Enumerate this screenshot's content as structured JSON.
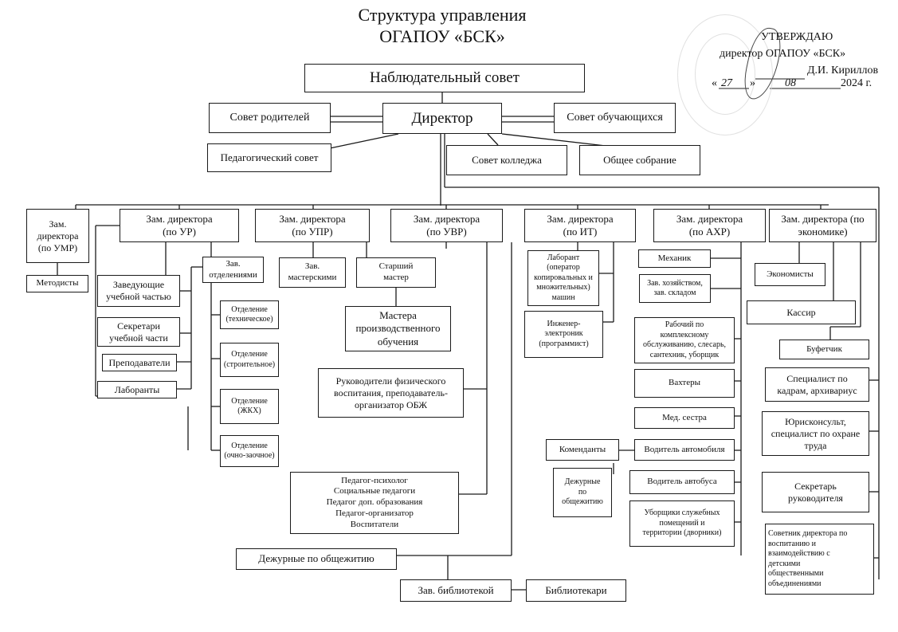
{
  "title": {
    "line1": "Структура управления",
    "line2": "ОГАПОУ  «БСК»"
  },
  "approval": {
    "heading": "УТВЕРЖДАЮ",
    "position": "директор ОГАПОУ  «БСК»",
    "name": "Д.И. Кириллов",
    "date_open": "«",
    "date_day": "27",
    "date_close": "»",
    "date_month": "08",
    "date_year": "2024 г."
  },
  "boxes": {
    "supervisory": "Наблюдательный совет",
    "director": "Директор",
    "parents": "Совет родителей",
    "students": "Совет обучающихся",
    "pedagogical": "Педагогический совет",
    "college": "Совет колледжа",
    "general": "Общее собрание",
    "dep_umr": "Зам.\nдиректора\n(по УМР)",
    "methodists": "Методисты",
    "dep_ur": "Зам. директора\n(по УР)",
    "head_edu": "Заведующие\nучебной частью",
    "secretaries": "Секретари\nучебной части",
    "teachers": "Преподаватели",
    "lab_assistants": "Лаборанты",
    "head_dept": "Зав.\nотделениями",
    "dept_tech": "Отделение\n(техническое)",
    "dept_build": "Отделение\n(строительное)",
    "dept_housing": "Отделение\n(ЖКХ)",
    "dept_extramural": "Отделение\n(очно-заочное)",
    "dep_upr": "Зам. директора\n(по УПР)",
    "head_workshops": "Зав.\nмастерскими",
    "senior_master": "Старший\nмастер",
    "masters": "Мастера\nпроизводственного\nобучения",
    "pe_heads": "Руководители физического\nвоспитания, преподаватель-\nорганизатор ОБЖ",
    "dep_uvr": "Зам. директора\n(по УВР)",
    "educators": "Педагог-психолог\nСоциальные педагоги\nПедагог доп. образования\nПедагог-организатор\nВоспитатели",
    "dorm_duty": "Дежурные по общежитию",
    "head_library": "Зав. библиотекой",
    "librarians": "Библиотекари",
    "dep_it": "Зам. директора\n(по ИТ)",
    "lab_operator": "Лаборант\n(оператор\nкопировальных и\nмножительных)\nмашин",
    "engineer": "Инженер-\nэлектроник\n(программист)",
    "dep_ahr": "Зам. директора\n(по АХР)",
    "mechanic": "Механик",
    "storekeeper": "Зав. хозяйством,\nзав. складом",
    "maintenance": "Рабочий по\nкомплексному\nобслуживанию, слесарь,\nсантехник, уборщик",
    "watchmen": "Вахтеры",
    "nurse": "Мед. сестра",
    "car_driver": "Водитель автомобиля",
    "commandants": "Коменданты",
    "dorm_attendants": "Дежурные\nпо\nобщежитию",
    "bus_driver": "Водитель автобуса",
    "cleaners": "Уборщики  служебных\nпомещений и\nтерритории (дворники)",
    "dep_econ": "Зам. директора (по\nэкономике)",
    "economists": "Экономисты",
    "cashier": "Кассир",
    "buffet": "Буфетчик",
    "hr": "Специалист по\nкадрам, архивариус",
    "lawyer": "Юрисконсульт,\nспециалист по охране\nтруда",
    "secretary": "Секретарь\nруководителя",
    "advisor": "Советник директора по\nвоспитанию и\nвзаимодействию с\nдетскими\nобщественными\nобъединениями"
  }
}
